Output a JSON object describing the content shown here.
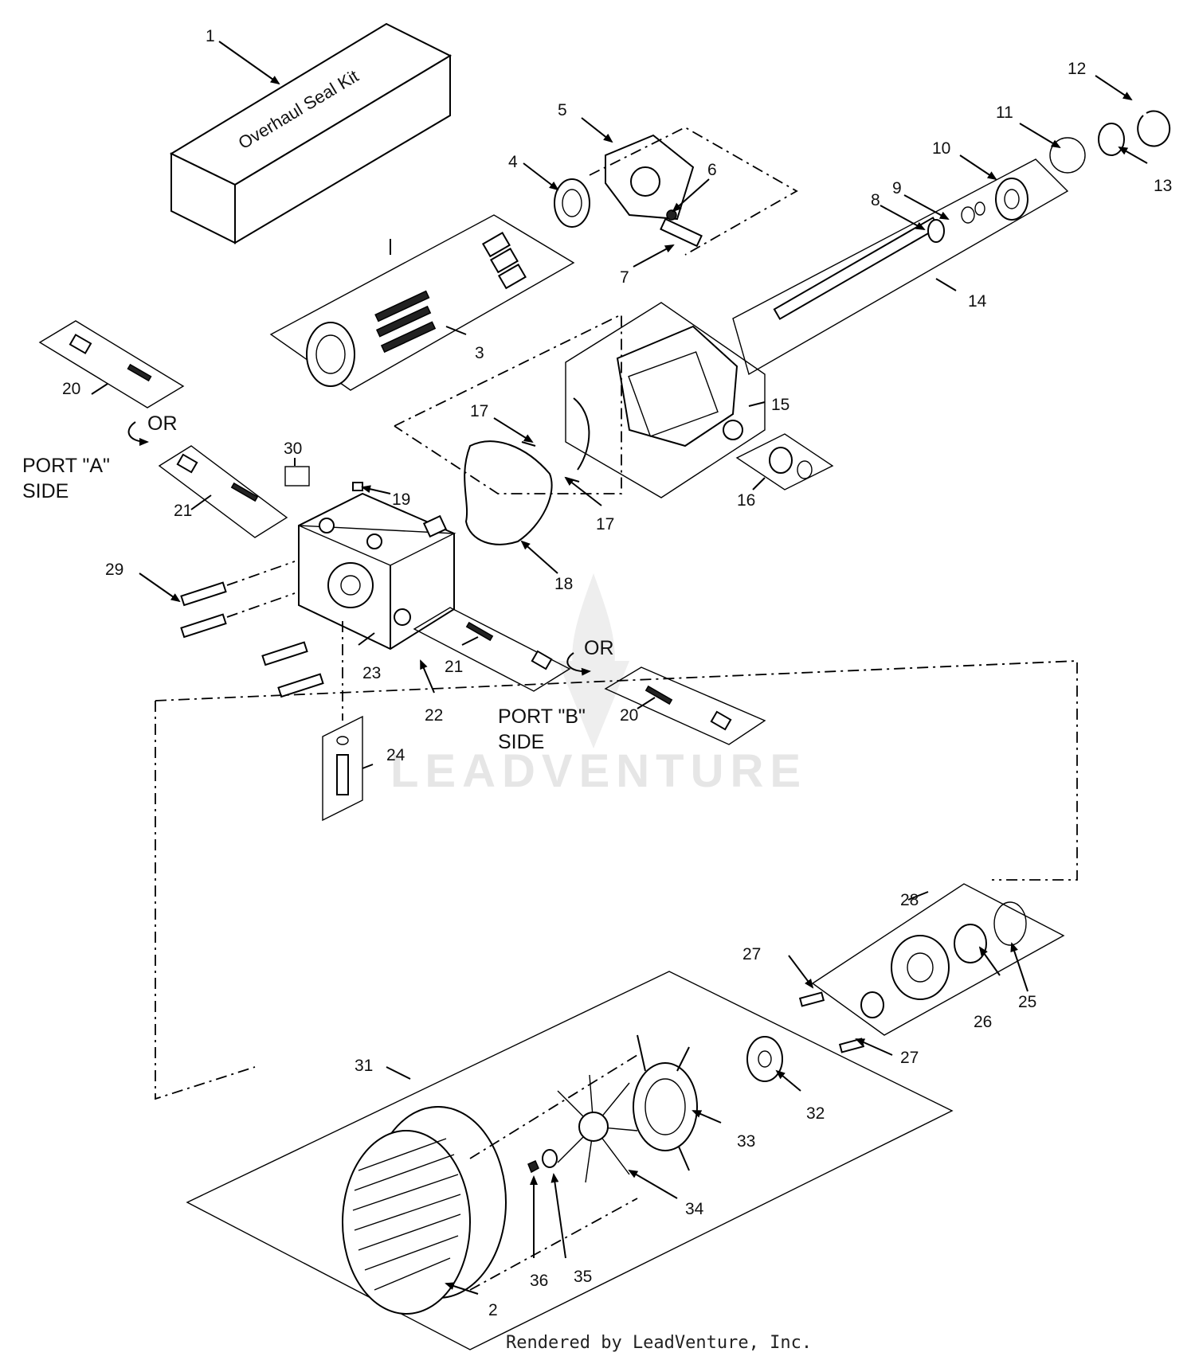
{
  "diagram": {
    "kit_label": "Overhaul Seal Kit",
    "side_labels": {
      "port_a": [
        "PORT \"A\"",
        "SIDE"
      ],
      "port_b": [
        "PORT \"B\"",
        "SIDE"
      ],
      "or_a": "OR",
      "or_b": "OR"
    },
    "callouts": {
      "c1": "1",
      "c2": "2",
      "c3": "3",
      "c4": "4",
      "c5": "5",
      "c6": "6",
      "c7": "7",
      "c8": "8",
      "c9": "9",
      "c10": "10",
      "c11": "11",
      "c12": "12",
      "c13": "13",
      "c14": "14",
      "c15": "15",
      "c16": "16",
      "c17a": "17",
      "c17b": "17",
      "c18": "18",
      "c19": "19",
      "c20a": "20",
      "c20b": "20",
      "c21a": "21",
      "c21b": "21",
      "c22": "22",
      "c23": "23",
      "c24": "24",
      "c25": "25",
      "c26": "26",
      "c27a": "27",
      "c27b": "27",
      "c28": "28",
      "c29": "29",
      "c30": "30",
      "c31": "31",
      "c32": "32",
      "c33": "33",
      "c34": "34",
      "c35": "35",
      "c36": "36"
    },
    "watermark": "LEADVENTURE",
    "footer": "Rendered by LeadVenture, Inc."
  }
}
